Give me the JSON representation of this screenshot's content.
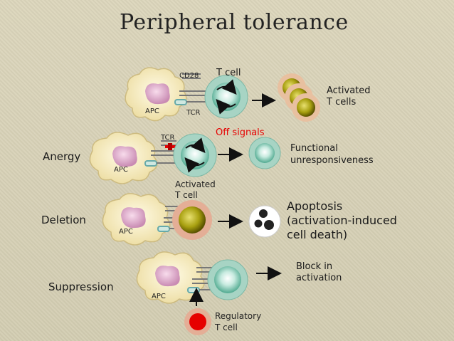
{
  "title": "Peripheral tolerance",
  "top": {
    "cd28": "CD28",
    "t_cell": "T cell",
    "apc": "APC",
    "tcr": "TCR",
    "result_line1": "Activated",
    "result_line2": "T cells"
  },
  "anergy": {
    "label": "Anergy",
    "apc": "APC",
    "tcr": "TCR",
    "off_signals": "Off signals",
    "result_line1": "Functional",
    "result_line2": "unresponsiveness",
    "cell_line1": "Activated",
    "cell_line2": "T cell"
  },
  "deletion": {
    "label": "Deletion",
    "apc": "APC",
    "result_line1": "Apoptosis",
    "result_line2": "(activation-induced",
    "result_line3": "cell death)"
  },
  "suppression": {
    "label": "Suppression",
    "apc": "APC",
    "result_line1": "Block in",
    "result_line2": "activation",
    "treg_line1": "Regulatory",
    "treg_line2": "T cell"
  },
  "colors": {
    "background": "#d8d2b8",
    "off_signals": "#e60000",
    "tcell_ring": "#a7d4c4",
    "apc_body": "#f6ecc4",
    "nucleus": "#e6b8d4"
  }
}
